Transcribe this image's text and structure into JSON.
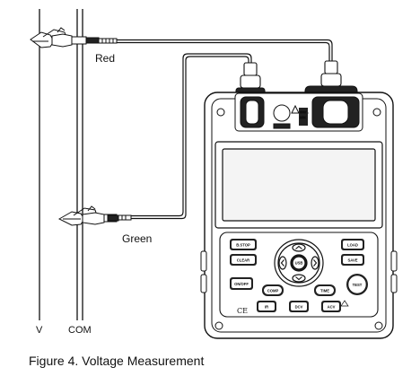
{
  "labels": {
    "red": "Red",
    "green": "Green",
    "v": "V",
    "com": "COM"
  },
  "caption": "Figure 4. Voltage Measurement",
  "buttons": {
    "b_stop": "B.STOP",
    "clear": "CLEAR",
    "load": "LOAD",
    "save": "SAVE",
    "on_off": "ON/OFF",
    "comp": "COMP",
    "usb": "USB",
    "time": "TIME",
    "test": "TEST",
    "ir": "IR",
    "dcv": "DCV",
    "acv": "ACV"
  },
  "colors": {
    "ink": "#111111",
    "paper": "#ffffff",
    "screen": "#f4f4f4"
  }
}
